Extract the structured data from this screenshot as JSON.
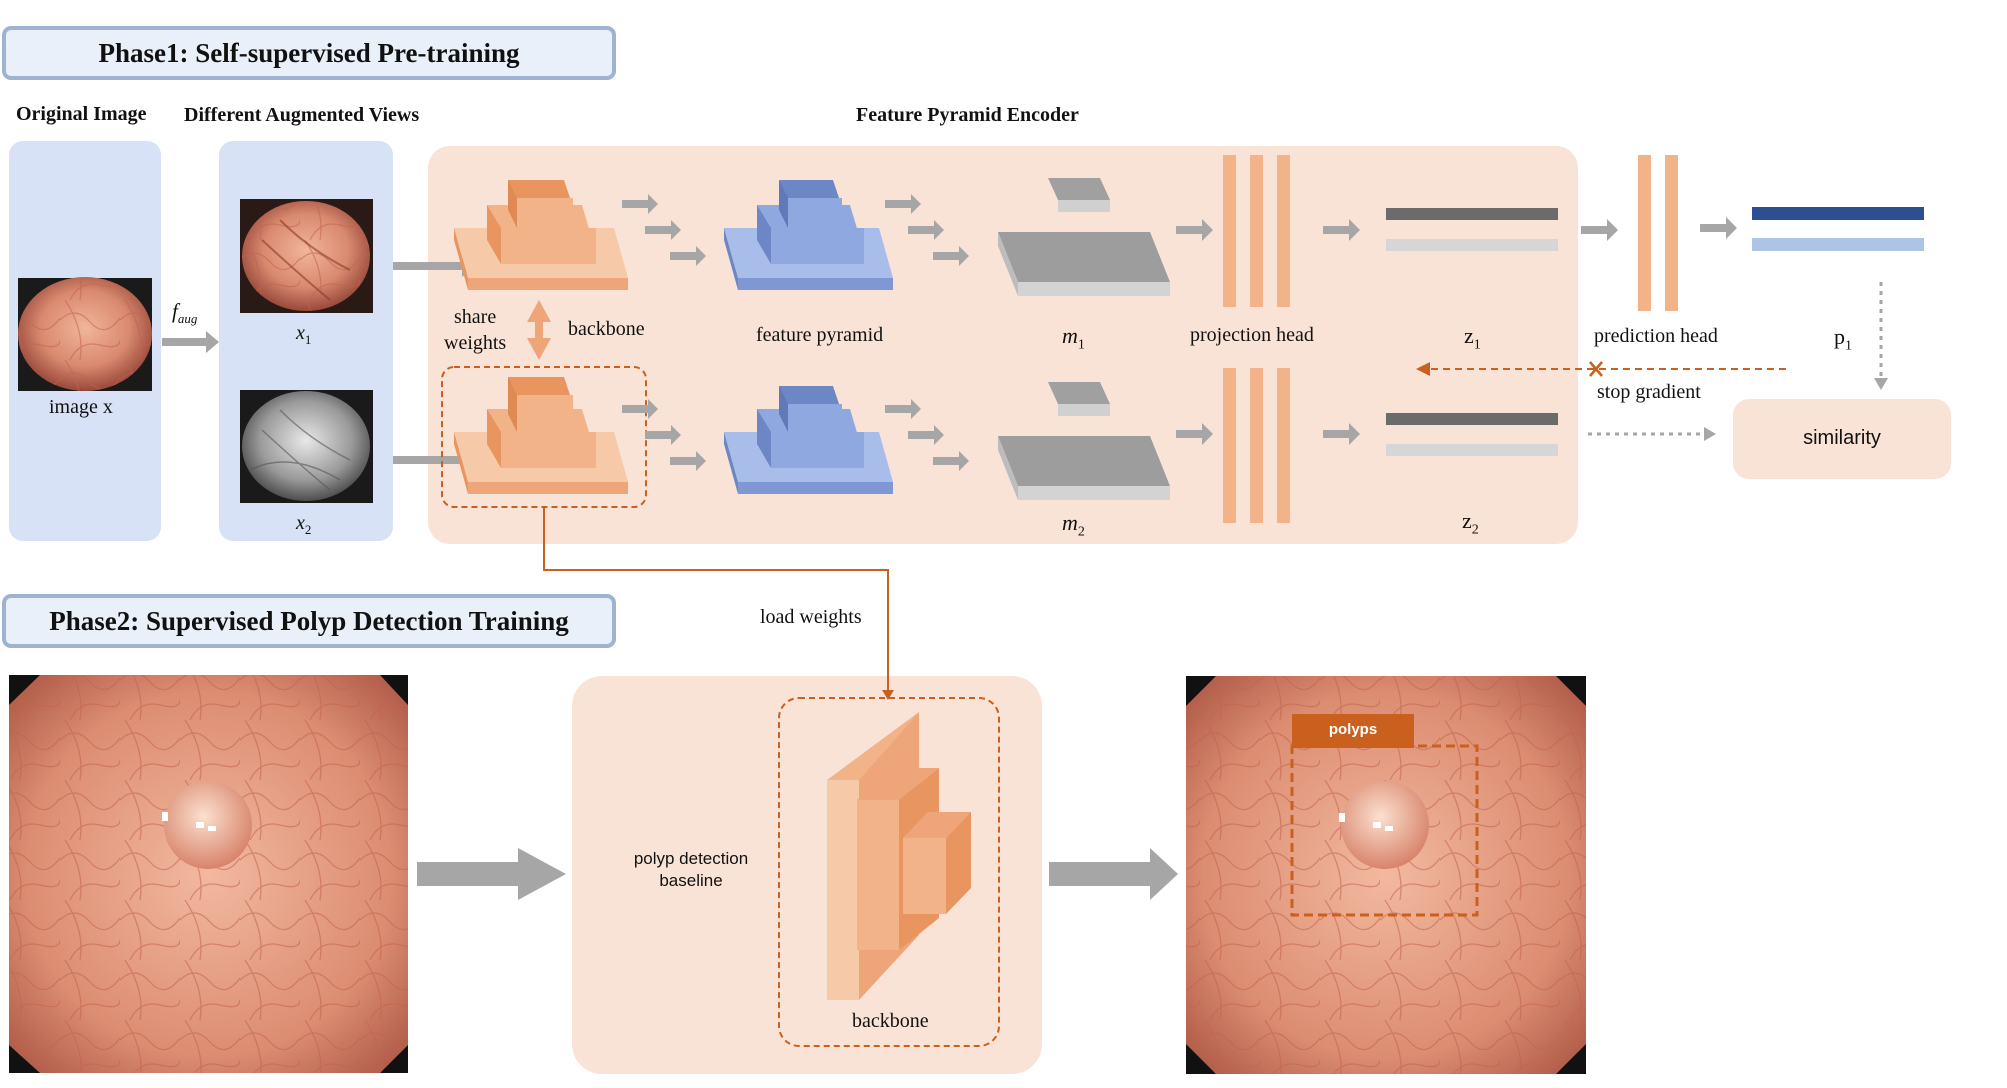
{
  "phase1": {
    "title": "Phase1: Self-supervised  Pre-training"
  },
  "phase2": {
    "title": "Phase2: Supervised Polyp Detection Training"
  },
  "headers": {
    "original_image": "Original Image",
    "augmented_views": "Different Augmented Views",
    "feature_pyramid_encoder": "Feature Pyramid Encoder"
  },
  "labels": {
    "image_x": "image x",
    "f_aug": "f",
    "f_aug_sub": "aug",
    "x1": "x",
    "x1_sub": "1",
    "x2": "x",
    "x2_sub": "2",
    "share_weights_1": "share",
    "share_weights_2": "weights",
    "backbone": "backbone",
    "feature_pyramid": "feature pyramid",
    "m1": "m",
    "m1_sub": "1",
    "m2": "m",
    "m2_sub": "2",
    "projection_head": "projection head",
    "z1": "z",
    "z1_sub": "1",
    "z2": "z",
    "z2_sub": "2",
    "prediction_head": "prediction head",
    "p1": "p",
    "p1_sub": "1",
    "stop_gradient": "stop gradient",
    "similarity": "similarity",
    "load_weights": "load weights",
    "polyp_detection_1": "polyp detection",
    "polyp_detection_2": "baseline",
    "backbone2": "backbone",
    "polyps": "polyps"
  },
  "colors": {
    "peach": "#f9e3d6",
    "orange_block": "#f3b389",
    "blue_block": "#8fa9e0",
    "gray_block": "#a8a8a8",
    "dark_orange": "#c9601e",
    "navy": "#2d4f92",
    "light_blue": "#aec4e6",
    "arrow_gray": "#a6a6a6"
  }
}
